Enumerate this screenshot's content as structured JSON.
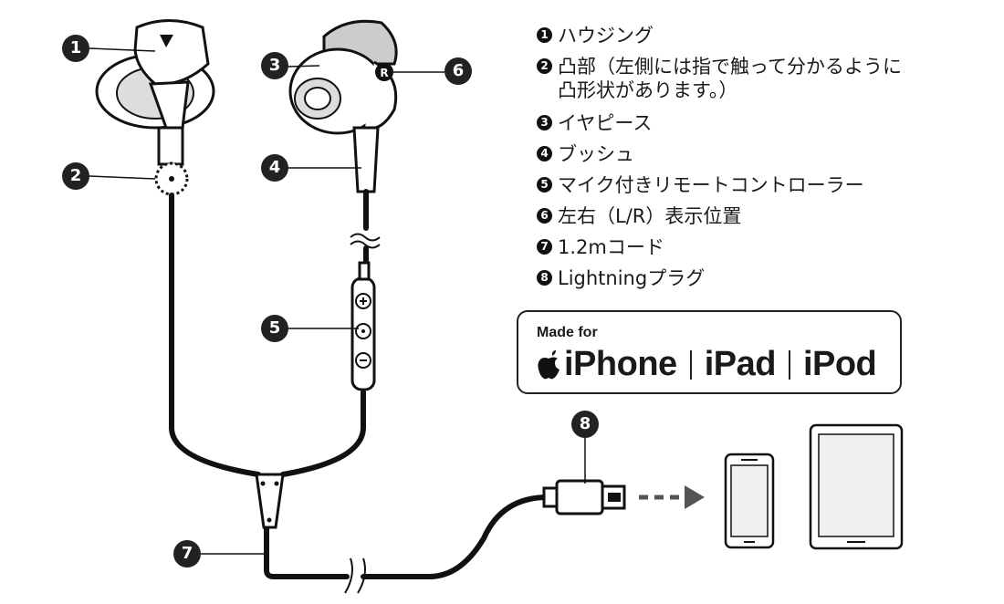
{
  "legend": [
    {
      "num": "1",
      "text": "ハウジング"
    },
    {
      "num": "2",
      "text": "凸部（左側には指で触って分かるように\n凸形状があります。）"
    },
    {
      "num": "3",
      "text": "イヤピース"
    },
    {
      "num": "4",
      "text": "ブッシュ"
    },
    {
      "num": "5",
      "text": "マイク付きリモートコントローラー"
    },
    {
      "num": "6",
      "text": "左右（L/R）表示位置"
    },
    {
      "num": "7",
      "text": "1.2mコード"
    },
    {
      "num": "8",
      "text": "Lightningプラグ"
    }
  ],
  "badge": {
    "made_for": "Made for",
    "devices": [
      "iPhone",
      "iPad",
      "iPod"
    ]
  },
  "callouts": [
    "1",
    "2",
    "3",
    "4",
    "5",
    "6",
    "7",
    "8"
  ],
  "r_mark": "R"
}
